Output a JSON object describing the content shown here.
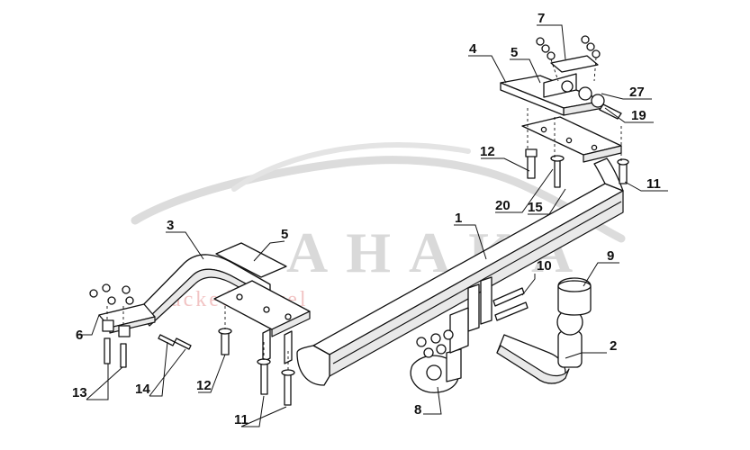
{
  "watermark": {
    "brand": "AHAKA",
    "tagline": "packed travel",
    "brand_color": "#d9d9d9",
    "tagline_color": "#f2c4c4"
  },
  "callouts": [
    {
      "id": "c7",
      "text": "7"
    },
    {
      "id": "c4",
      "text": "4"
    },
    {
      "id": "c5a",
      "text": "5"
    },
    {
      "id": "c27",
      "text": "27"
    },
    {
      "id": "c19",
      "text": "19"
    },
    {
      "id": "c12a",
      "text": "12"
    },
    {
      "id": "c11a",
      "text": "11"
    },
    {
      "id": "c20",
      "text": "20"
    },
    {
      "id": "c15",
      "text": "15"
    },
    {
      "id": "c1",
      "text": "1"
    },
    {
      "id": "c3",
      "text": "3"
    },
    {
      "id": "c5b",
      "text": "5"
    },
    {
      "id": "c10",
      "text": "10"
    },
    {
      "id": "c9",
      "text": "9"
    },
    {
      "id": "c6",
      "text": "6"
    },
    {
      "id": "c2",
      "text": "2"
    },
    {
      "id": "c13",
      "text": "13"
    },
    {
      "id": "c14",
      "text": "14"
    },
    {
      "id": "c12b",
      "text": "12"
    },
    {
      "id": "c8",
      "text": "8"
    },
    {
      "id": "c11b",
      "text": "11"
    }
  ]
}
